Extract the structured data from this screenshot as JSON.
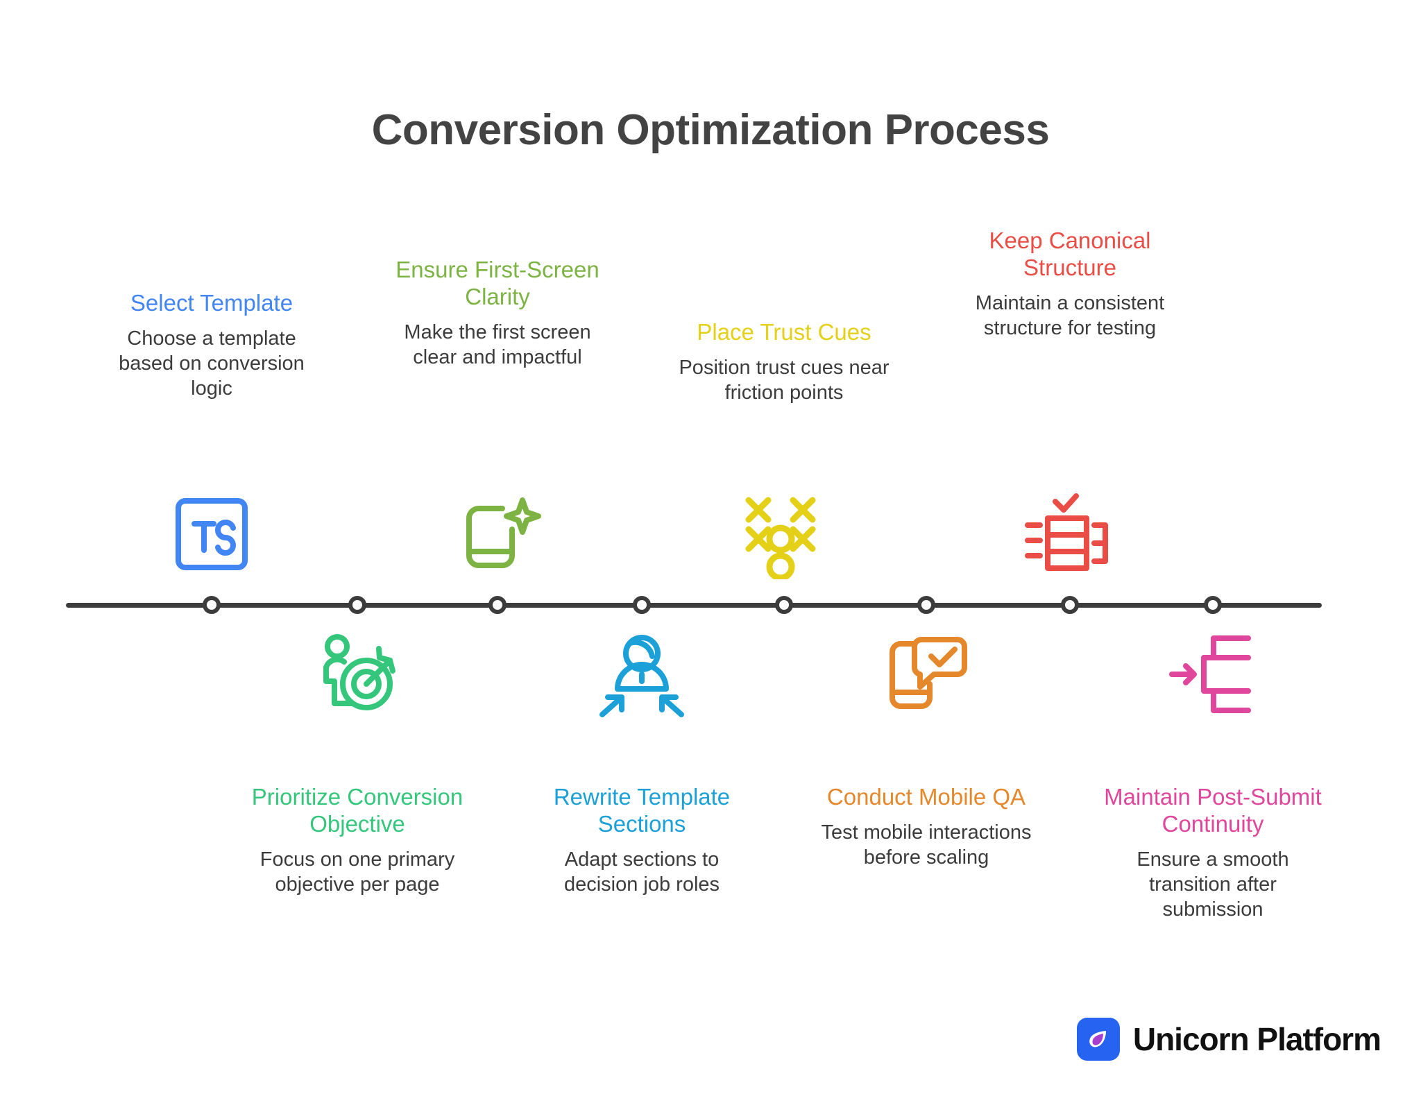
{
  "title": "Conversion Optimization Process",
  "brand": {
    "name": "Unicorn Platform",
    "mark_icon": "unicorn-droplet-logo",
    "mark_bg": "#2563f0",
    "droplet_color": "#a93fd0"
  },
  "timeline": {
    "line_color": "#3c3c3c",
    "node_count": 8,
    "node_fill": "#ffffff"
  },
  "steps": [
    {
      "position": "top",
      "index": 1,
      "heading": "Select Template",
      "description": "Choose a template based on conversion logic",
      "color": "#4285f4",
      "icon": "ts-template-square-icon"
    },
    {
      "position": "bottom",
      "index": 2,
      "heading": "Prioritize Conversion Objective",
      "description": "Focus on one primary objective per page",
      "color": "#34c77b",
      "icon": "person-target-arrow-icon"
    },
    {
      "position": "top",
      "index": 3,
      "heading": "Ensure First-Screen Clarity",
      "description": "Make the first screen clear and impactful",
      "color": "#7cb342",
      "icon": "phone-sparkle-icon"
    },
    {
      "position": "bottom",
      "index": 4,
      "heading": "Rewrite Template Sections",
      "description": "Adapt sections to decision job roles",
      "color": "#1ba0d7",
      "icon": "persona-converging-arrows-icon"
    },
    {
      "position": "top",
      "index": 5,
      "heading": "Place Trust Cues",
      "description": "Position trust cues near friction points",
      "color": "#e3d017",
      "icon": "tic-tac-toe-trust-icon"
    },
    {
      "position": "bottom",
      "index": 6,
      "heading": "Conduct Mobile QA",
      "description": "Test mobile interactions before scaling",
      "color": "#e5882b",
      "icon": "phone-chat-check-icon"
    },
    {
      "position": "top",
      "index": 7,
      "heading": "Keep Canonical Structure",
      "description": "Maintain a consistent structure for testing",
      "color": "#ea4c46",
      "icon": "structured-rows-check-icon"
    },
    {
      "position": "bottom",
      "index": 8,
      "heading": "Maintain Post-Submit Continuity",
      "description": "Ensure a smooth transition after submission",
      "color": "#e0469b",
      "icon": "arrow-into-bracket-icon"
    }
  ]
}
